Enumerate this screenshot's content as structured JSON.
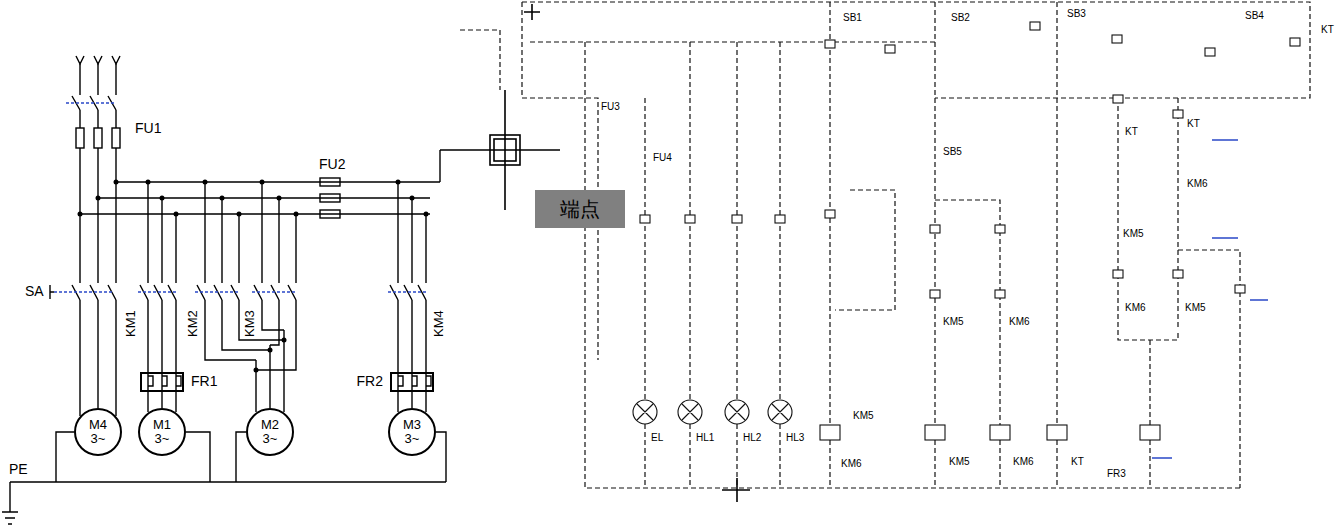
{
  "diagram": {
    "nodes": [
      {
        "text": [
          "端点"
        ]
      },
      {
        "text": [
          "FR1"
        ]
      },
      {
        "text": [
          "FR2"
        ]
      },
      {
        "text": [
          "M4",
          "3~"
        ]
      },
      {
        "text": [
          "M1",
          "3~"
        ]
      },
      {
        "text": [
          "M2",
          "3~"
        ]
      },
      {
        "text": [
          "M3",
          "3~"
        ]
      }
    ],
    "edges": [
      {
        "from": 1,
        "to": 4,
        "arrow": "none"
      },
      {
        "from": 2,
        "to": 6,
        "arrow": "none"
      }
    ],
    "labels": [
      "FU1",
      "FU2",
      "SA",
      "KM1",
      "KM2",
      "KM3",
      "KM4",
      "PE",
      "FU3",
      "FU4",
      "SB1",
      "SB2",
      "SB3",
      "SB4",
      "KT",
      "SB5",
      "KT",
      "KT",
      "KM6",
      "KM5",
      "KM5",
      "KM6",
      "KM6",
      "KM5",
      "EL",
      "HL1",
      "HL2",
      "HL3",
      "KM5",
      "KM6",
      "KM5",
      "KM6",
      "KT",
      "FR3"
    ]
  }
}
